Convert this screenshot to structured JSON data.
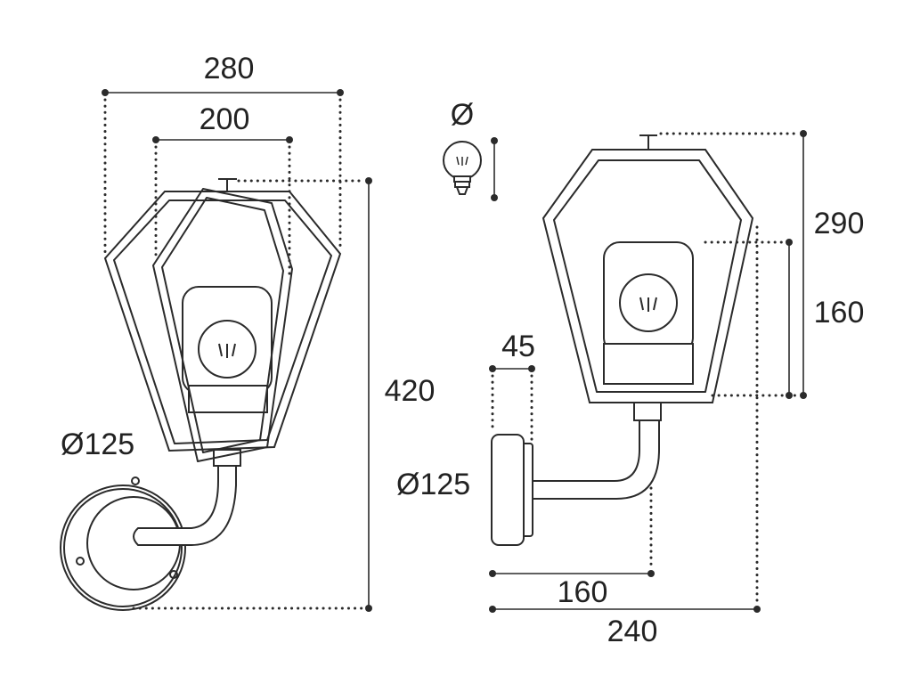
{
  "front_view": {
    "width_outer": "280",
    "width_inner": "200",
    "height_total": "420",
    "plate_diameter": "Ø125"
  },
  "bulb": {
    "symbol": "Ø"
  },
  "side_view": {
    "height_lantern": "290",
    "height_glass": "160",
    "plate_depth": "45",
    "plate_diameter": "Ø125",
    "projection_arm": "160",
    "projection_total": "240"
  },
  "colors": {
    "line": "#2b2b2b",
    "background": "#ffffff"
  }
}
